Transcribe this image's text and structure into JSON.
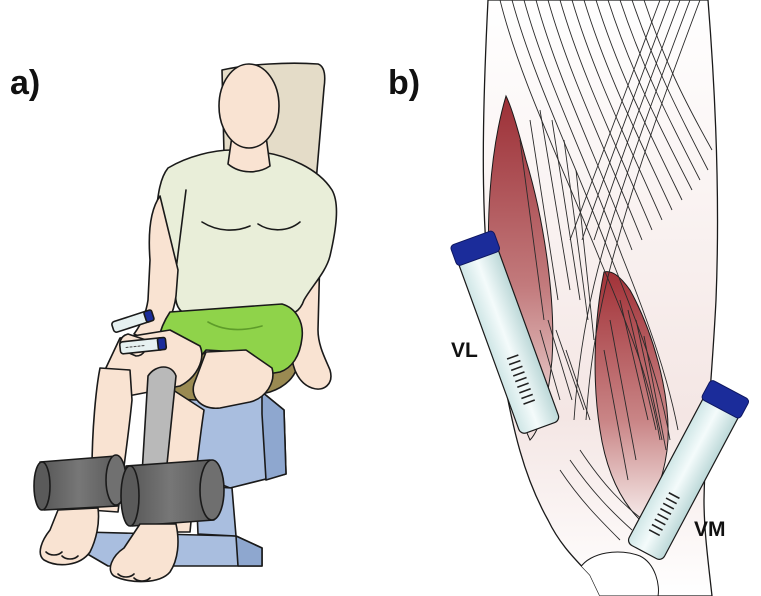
{
  "panels": {
    "a": {
      "label": "a)"
    },
    "b": {
      "label": "b)"
    }
  },
  "muscle_labels": {
    "vastus_lateralis": "VL",
    "vastus_medialis": "VM"
  },
  "colors": {
    "skin": "#f9e3d2",
    "shirt": "#e9eed9",
    "shorts": "#8fd34a",
    "chair_back": "#e4dcc8",
    "seat": "#9a8a52",
    "chair_base": "#a9bedf",
    "leg_pad": "#6b6b6b",
    "lever_arm": "#b9b9b9",
    "sensor_cap": "#1b2c9a",
    "sensor_body": "#e6f1f1",
    "muscle_red": "#9c2f36"
  }
}
